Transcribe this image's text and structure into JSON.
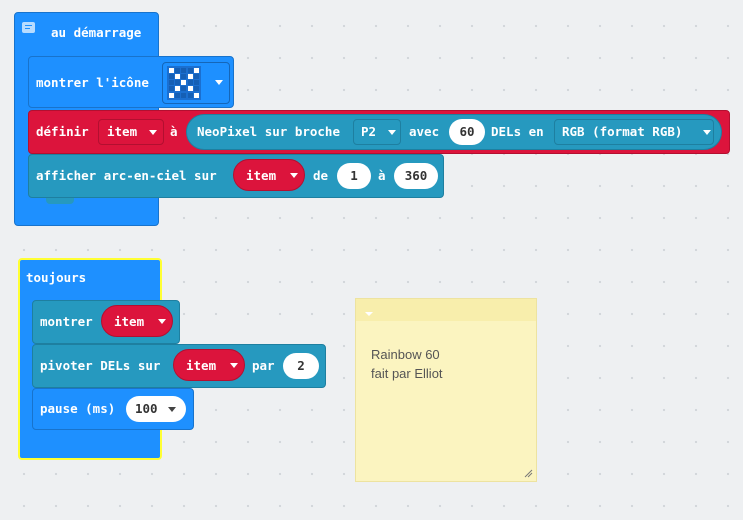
{
  "on_start": {
    "hat_label": "au démarrage",
    "show_icon_label": "montrer l'icône",
    "set_label": "définir",
    "set_var": "item",
    "to_label": "à",
    "neopixel_label": "NeoPixel sur broche",
    "pin": "P2",
    "with_label": "avec",
    "led_count": "60",
    "leds_in_label": "DELs en",
    "mode": "RGB (format RGB)",
    "rainbow_label": "afficher arc-en-ciel sur",
    "rainbow_var": "item",
    "from_label": "de",
    "from_value": "1",
    "to2_label": "à",
    "to_value": "360"
  },
  "forever": {
    "hat_label": "toujours",
    "show_label": "montrer",
    "show_var": "item",
    "rotate_label": "pivoter DELs sur",
    "rotate_var": "item",
    "by_label": "par",
    "by_value": "2",
    "pause_label": "pause (ms)",
    "pause_value": "100"
  },
  "comment": {
    "line1": "Rainbow 60",
    "line2": "fait par Elliot"
  },
  "colors": {
    "basic_blue": "#1e90ff",
    "neopixel_teal": "#2699bf",
    "variable_red": "#dc143c",
    "loop_highlight": "#ffff33",
    "comment_bg": "#fbf4c0"
  }
}
